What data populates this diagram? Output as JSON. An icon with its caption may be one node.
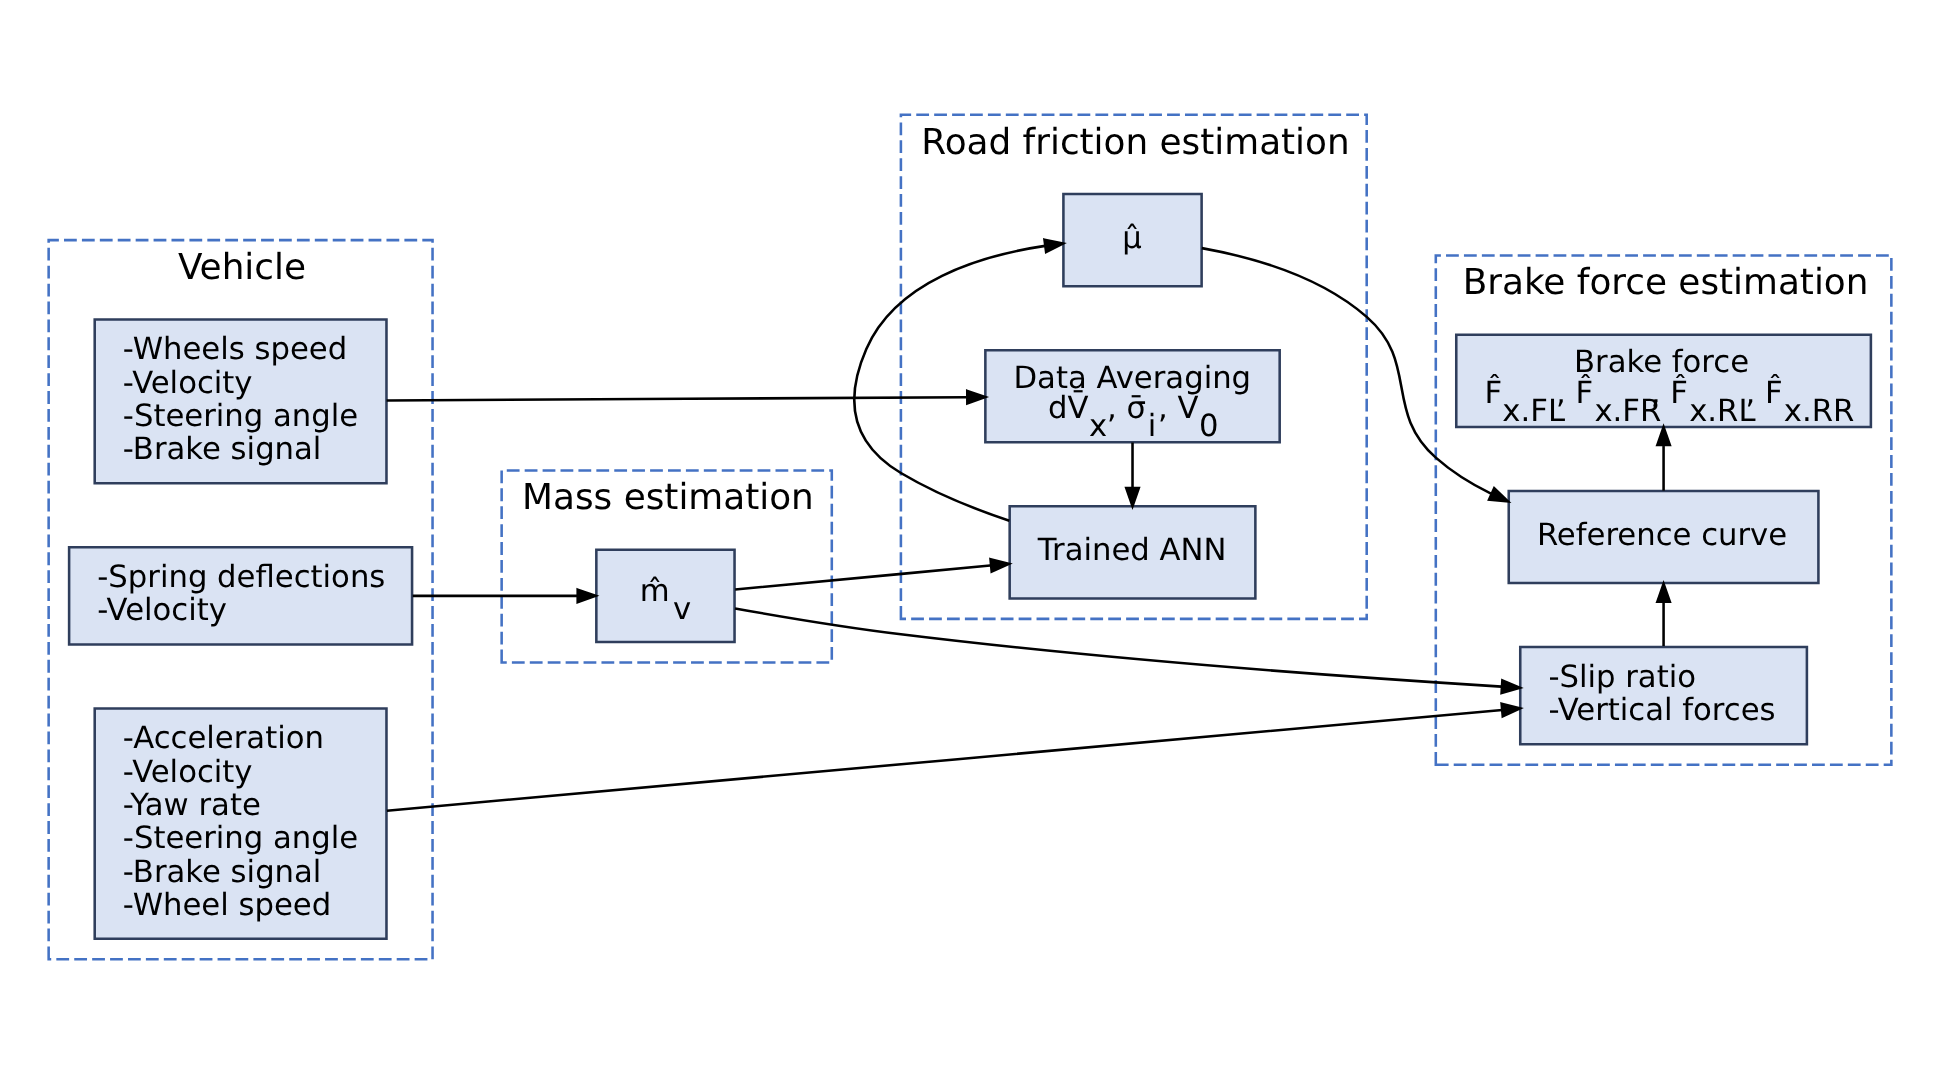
{
  "diagram": {
    "nodes": [
      {
        "text": [
          "Vehicle"
        ]
      },
      {
        "text": [
          "Mass estimation"
        ]
      },
      {
        "text": [
          "Road friction estimation"
        ]
      },
      {
        "text": [
          "Brake force estimation"
        ]
      },
      {
        "text": [
          "-Spring deflections -Velocity"
        ],
        "in": 0
      },
      {
        "text": [
          "-Wheels speed -Velocity -Steering angle -Brake signal"
        ],
        "in": 0
      },
      {
        "text": [
          "-Acceleration -Velocity -Yaw rate -Steering angle -Brake signal -Wheel speed"
        ],
        "in": 0
      },
      {
        "text": [
          "m̂$_{v}$"
        ],
        "in": 1
      },
      {
        "text": [
          "Data Averaging",
          "dV̄$_{x}$, σ̄$_{i}$, V$_{0}$"
        ],
        "in": 2
      },
      {
        "text": [
          "Trained ANN"
        ],
        "in": 2
      },
      {
        "text": [
          "μ̂"
        ],
        "in": 2
      },
      {
        "text": [
          "Brake force",
          "F̂$_{x.FL}$, F̂$_{x.FR}$, F̂$_{x.RL}$, F̂$_{x.RR}$"
        ],
        "in": 3
      },
      {
        "text": [
          "Reference curve"
        ],
        "in": 3
      },
      {
        "text": [
          "-Slip ratio -Vertical forces"
        ],
        "in": 3
      }
    ],
    "edges": [
      {
        "from": 4,
        "to": 7,
        "arrow": "to"
      },
      {
        "from": 5,
        "to": 8,
        "arrow": "to"
      },
      {
        "from": 7,
        "to": 9,
        "arrow": "to"
      },
      {
        "from": 7,
        "to": 13,
        "arrow": "to"
      },
      {
        "from": 6,
        "to": 13,
        "arrow": "to"
      },
      {
        "from": 8,
        "to": 9,
        "arrow": "to"
      },
      {
        "from": 9,
        "to": 10,
        "arrow": "to"
      },
      {
        "from": 10,
        "to": 12,
        "arrow": "to"
      },
      {
        "from": 13,
        "to": 12,
        "arrow": "to"
      },
      {
        "from": 12,
        "to": 11,
        "arrow": "to"
      }
    ]
  }
}
